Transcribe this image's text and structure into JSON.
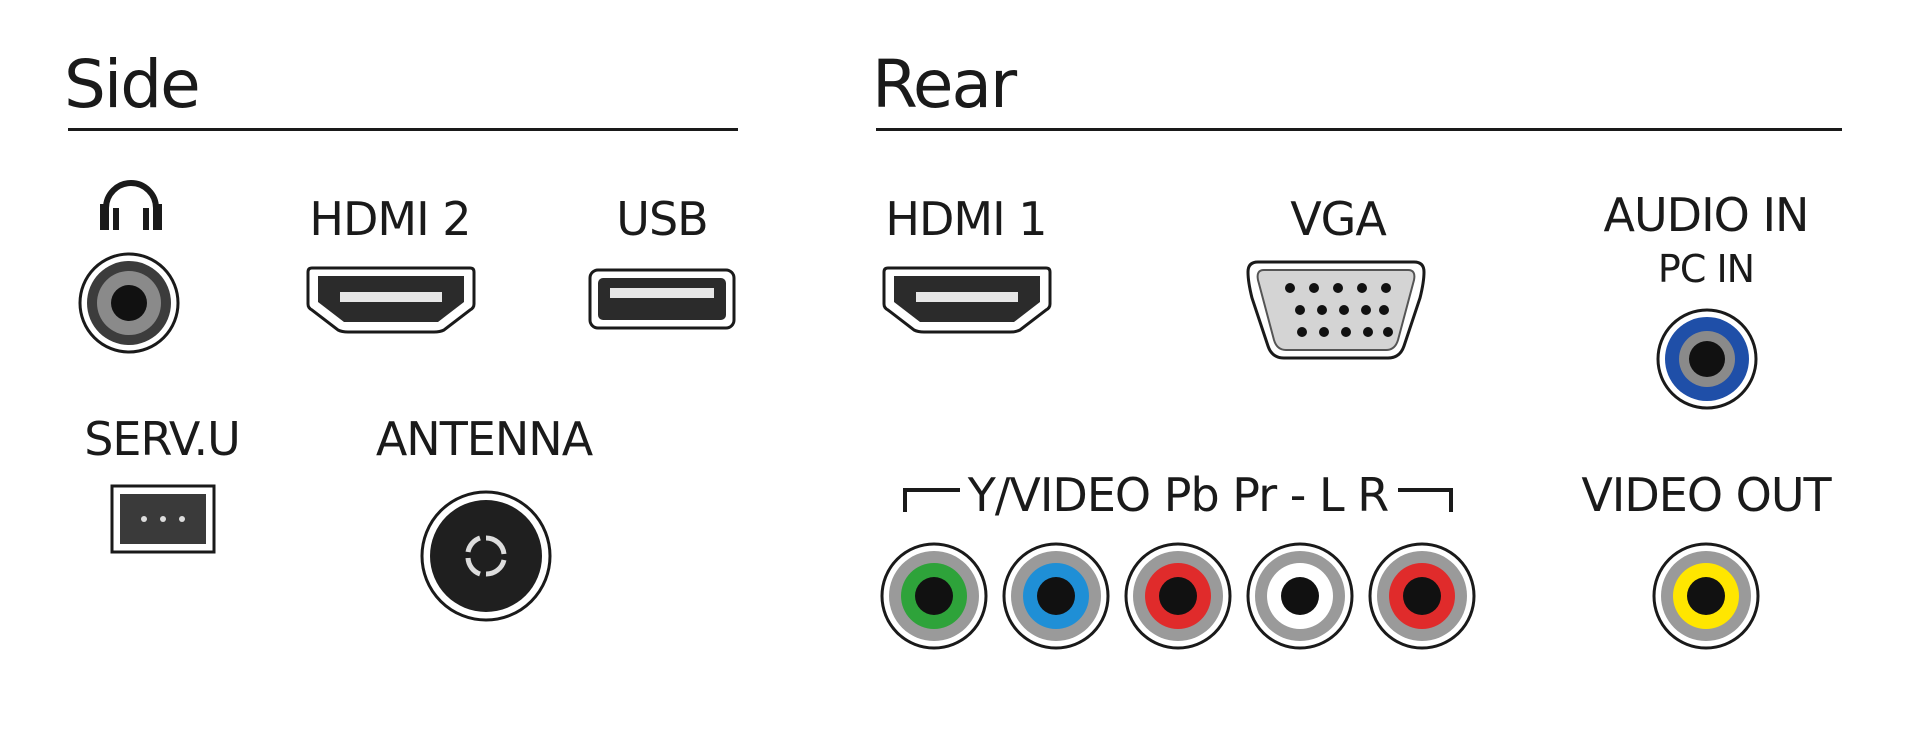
{
  "side": {
    "title": "Side",
    "labels": {
      "hdmi2": "HDMI 2",
      "usb": "USB",
      "servu": "SERV.U",
      "antenna": "ANTENNA"
    },
    "icons": {
      "headphone": "headphone-icon"
    }
  },
  "rear": {
    "title": "Rear",
    "labels": {
      "hdmi1": "HDMI 1",
      "vga": "VGA",
      "audio_in": "AUDIO IN",
      "pc_in": "PC IN",
      "component": "Y/VIDEO Pb Pr - L R",
      "video_out": "VIDEO OUT"
    }
  },
  "colors": {
    "line": "#1a1a1a",
    "rca_green": "#2ea33a",
    "rca_blue": "#1f8fd6",
    "rca_red": "#e02b2b",
    "rca_white": "#ffffff",
    "rca_yellow": "#ffe600",
    "audio_blue": "#1f4fa8"
  }
}
